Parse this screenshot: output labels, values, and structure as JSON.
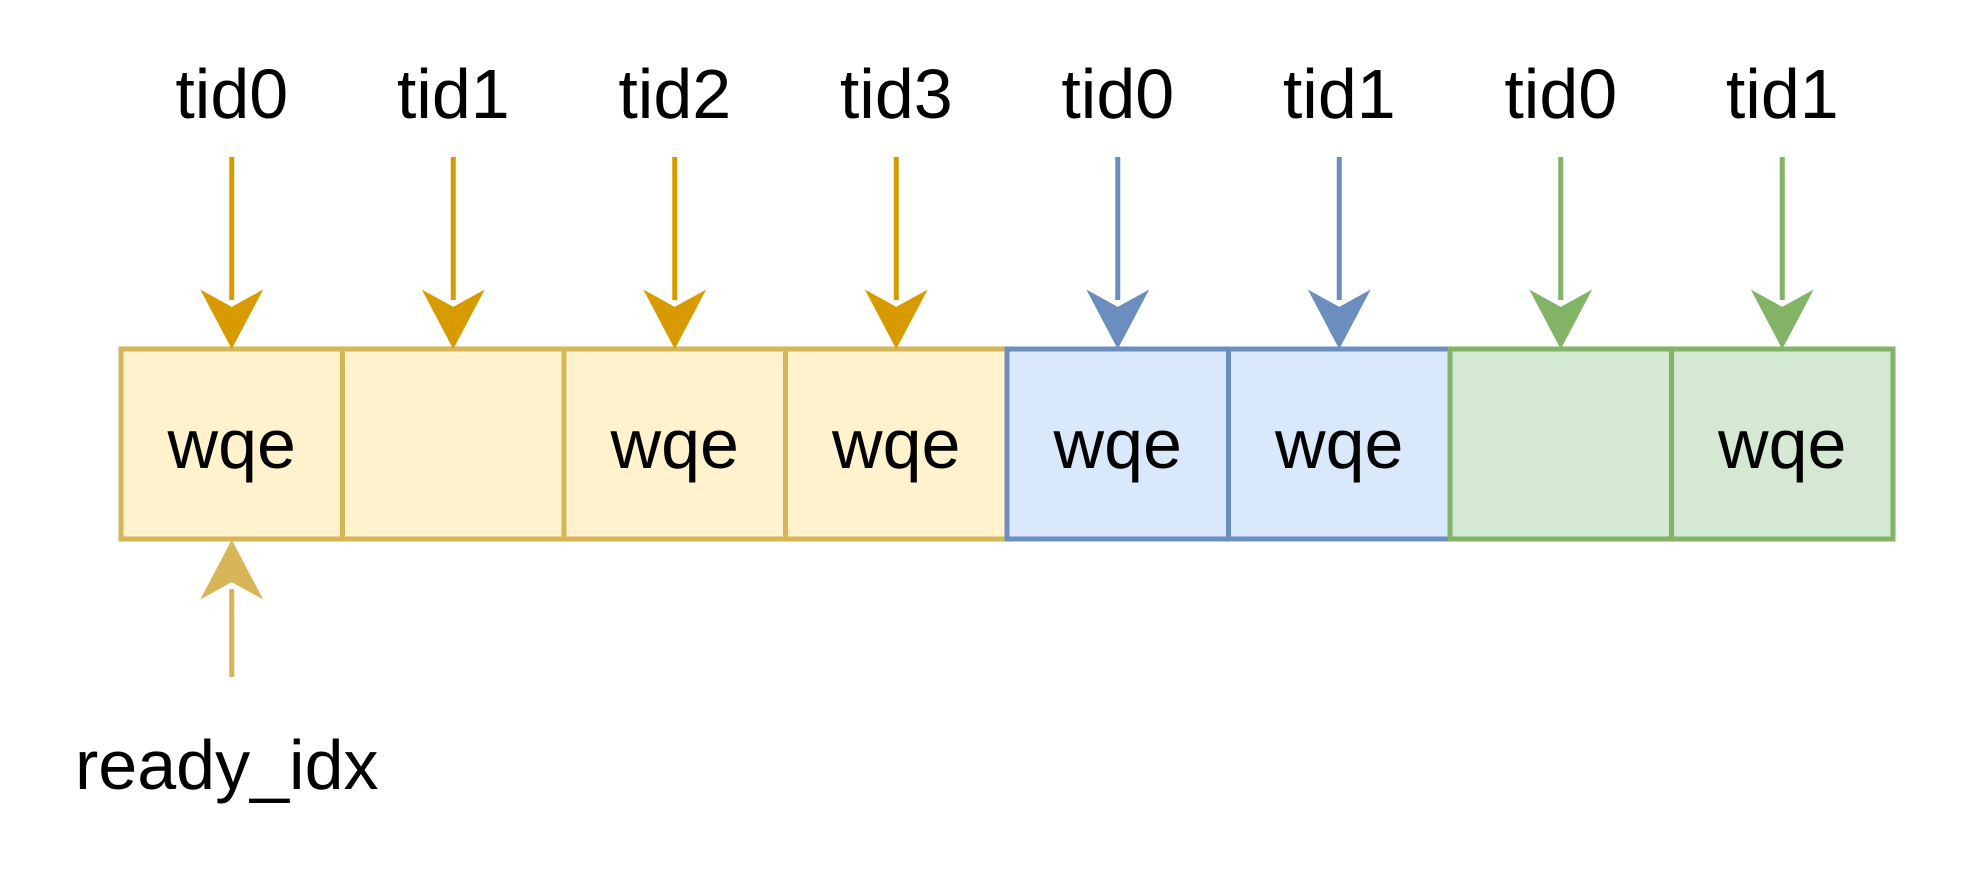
{
  "diagram": {
    "groups": [
      {
        "id": "group-1",
        "fill": "#FFF2CC",
        "stroke": "#D6B656",
        "arrow_color": "#D79B00"
      },
      {
        "id": "group-2",
        "fill": "#DAE8FC",
        "stroke": "#6C8EBF",
        "arrow_color": "#6C8EBF"
      },
      {
        "id": "group-3",
        "fill": "#D5E8D4",
        "stroke": "#82B366",
        "arrow_color": "#82B366"
      }
    ],
    "cells": [
      {
        "group": 0,
        "tid": "tid0",
        "label": "wqe"
      },
      {
        "group": 0,
        "tid": "tid1",
        "label": ""
      },
      {
        "group": 0,
        "tid": "tid2",
        "label": "wqe"
      },
      {
        "group": 0,
        "tid": "tid3",
        "label": "wqe"
      },
      {
        "group": 1,
        "tid": "tid0",
        "label": "wqe"
      },
      {
        "group": 1,
        "tid": "tid1",
        "label": "wqe"
      },
      {
        "group": 2,
        "tid": "tid0",
        "label": ""
      },
      {
        "group": 2,
        "tid": "tid1",
        "label": "wqe"
      }
    ],
    "pointer": {
      "label": "ready_idx",
      "cell_index": 0,
      "color": "#D6B656"
    }
  }
}
